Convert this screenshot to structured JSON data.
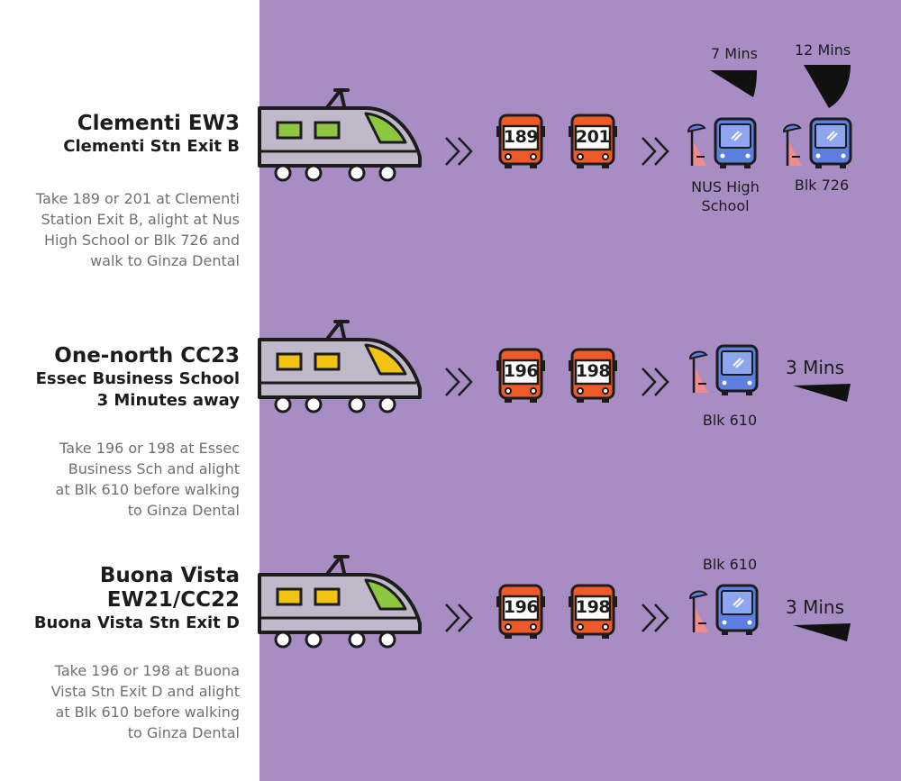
{
  "colors": {
    "panel": "#a78dc4",
    "bus_orange": "#f05a28",
    "bus_stop_blue": "#5d7fe0",
    "train_green": "#8dc63f",
    "train_yellow": "#f2c313",
    "wedge": "#111111"
  },
  "routes": [
    {
      "station_line1": "Clementi EW3",
      "station_line2": "",
      "station_sub1": "Clementi Stn Exit B",
      "station_sub2": "",
      "description": [
        "Take 189 or 201 at Clementi",
        "Station Exit B, alight at Nus",
        "High School or Blk 726  and",
        "walk to Ginza Dental"
      ],
      "buses": [
        "189",
        "201"
      ],
      "stops": [
        {
          "name_lines": [
            "NUS High",
            "School"
          ],
          "time": "7 Mins"
        },
        {
          "name_lines": [
            "Blk 726"
          ],
          "time": "12 Mins"
        }
      ],
      "train_color": "#8dc63f",
      "window_color": "#8dc63f"
    },
    {
      "station_line1": "One-north CC23",
      "station_line2": "",
      "station_sub1": "Essec Business School",
      "station_sub2": "3 Minutes away",
      "description": [
        "Take 196 or 198 at Essec",
        "Business Sch and alight",
        "at Blk 610 before walking",
        "to Ginza Dental"
      ],
      "buses": [
        "196",
        "198"
      ],
      "stops": [
        {
          "name_lines": [
            "Blk 610"
          ],
          "time": "3 Mins"
        }
      ],
      "train_color": "#f2c313",
      "window_color": "#f2c313"
    },
    {
      "station_line1": "Buona Vista",
      "station_line2": "EW21/CC22",
      "station_sub1": "Buona Vista Stn Exit D",
      "station_sub2": "",
      "description": [
        "Take 196 or 198 at Buona",
        "Vista Stn Exit D and alight",
        "at Blk 610 before walking",
        "to Ginza Dental"
      ],
      "buses": [
        "196",
        "198"
      ],
      "stops": [
        {
          "name_lines": [
            "Blk 610"
          ],
          "time": "3 Mins"
        }
      ],
      "train_color": "#8dc63f",
      "window_color": "#f2c313"
    }
  ]
}
